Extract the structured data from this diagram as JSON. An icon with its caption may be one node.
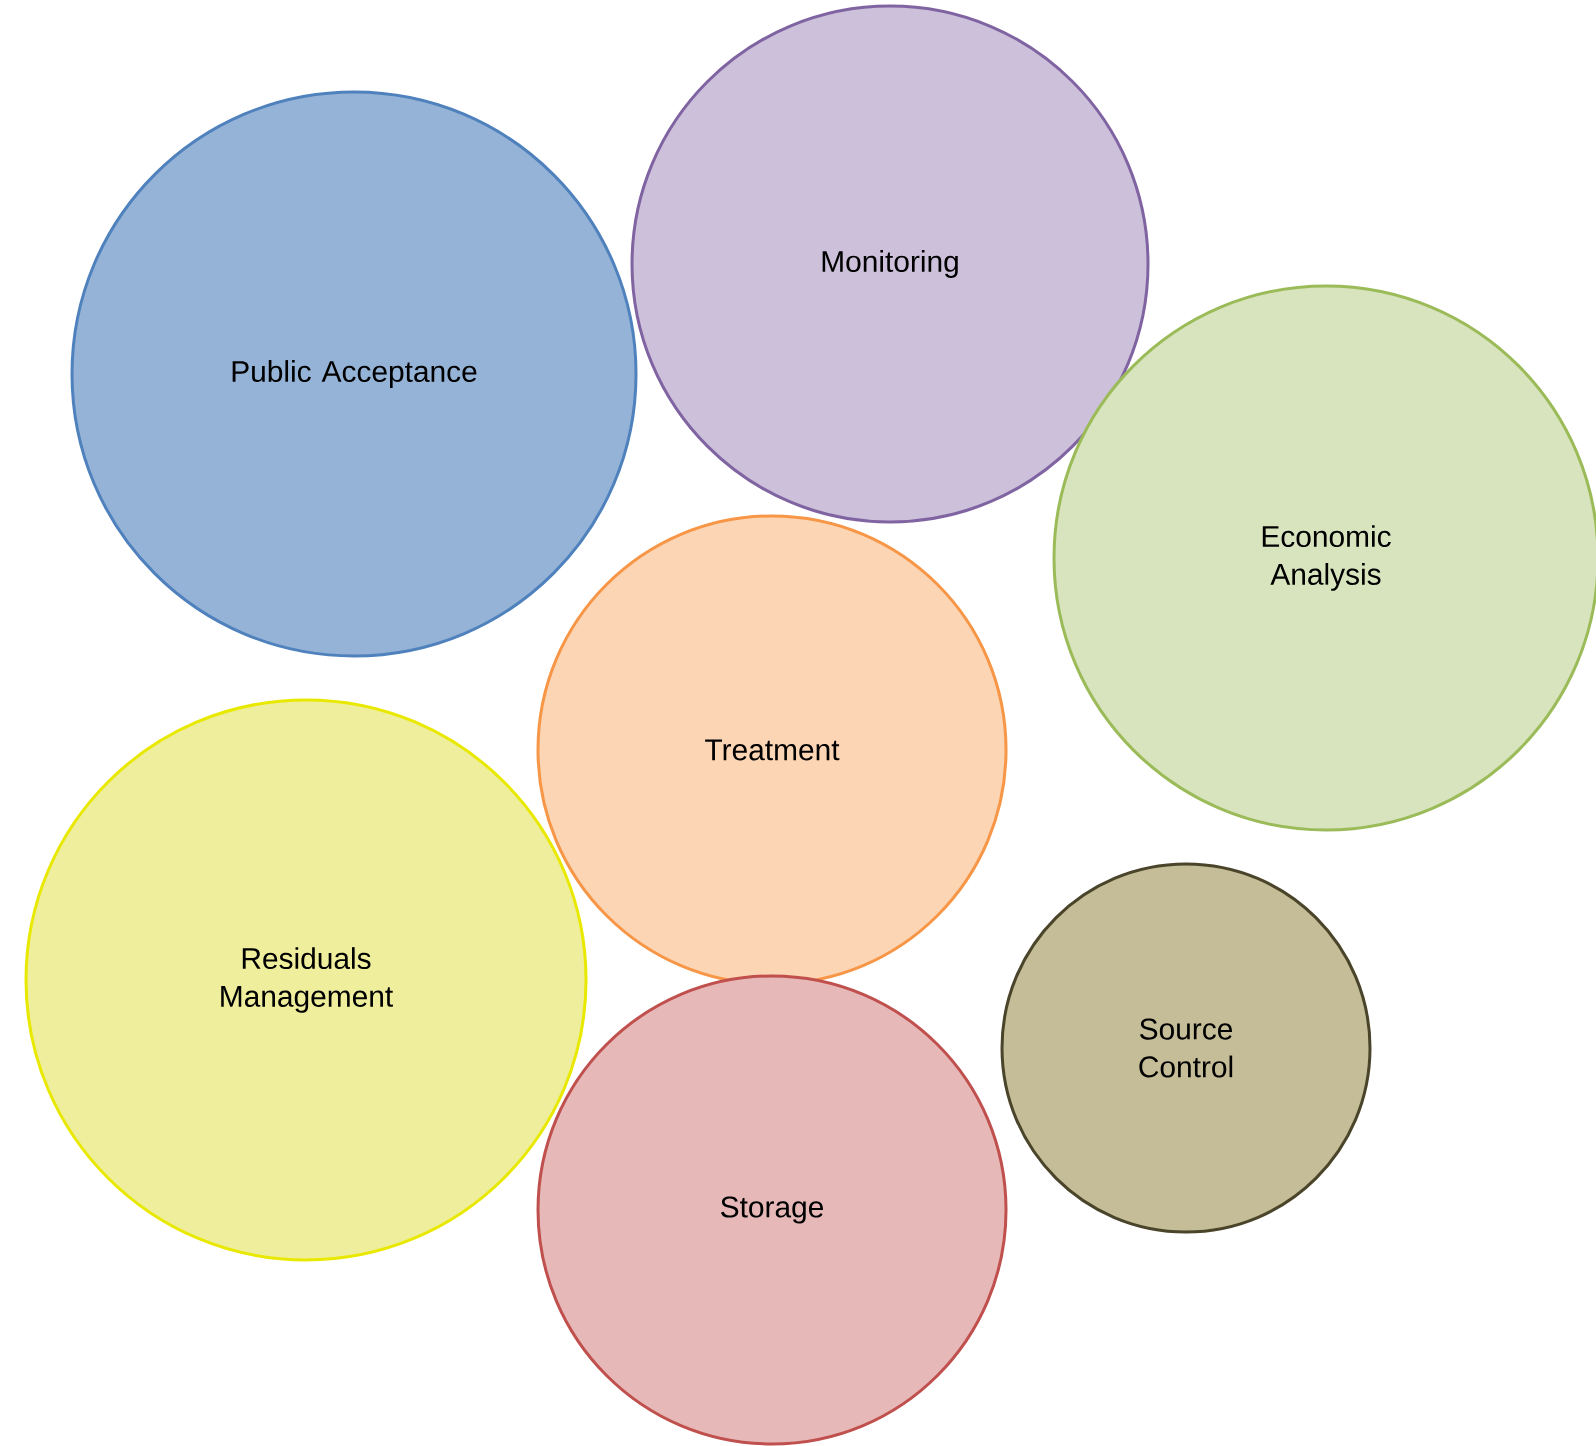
{
  "diagram": {
    "nodes": [
      {
        "text": [
          "Public Acceptance"
        ]
      },
      {
        "text": [
          "Monitoring"
        ]
      },
      {
        "text": [
          "Economic Analysis"
        ]
      },
      {
        "text": [
          "Treatment"
        ]
      },
      {
        "text": [
          "Residuals Management"
        ]
      },
      {
        "text": [
          "Source Control"
        ]
      },
      {
        "text": [
          "Storage"
        ]
      }
    ]
  }
}
